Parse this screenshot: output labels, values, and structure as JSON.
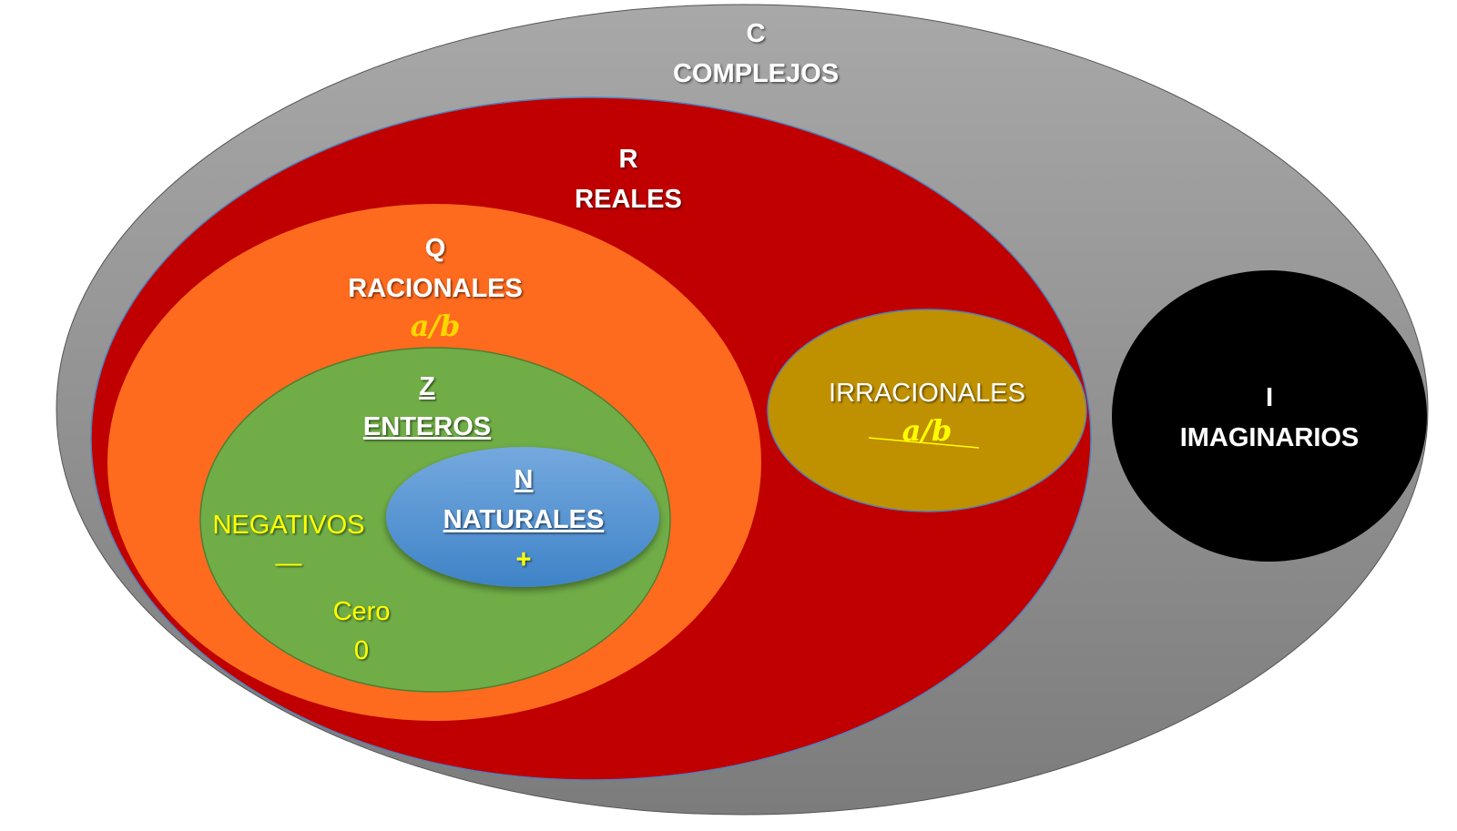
{
  "colors": {
    "complejos": "#9a9a9a",
    "reales": "#c00000",
    "racionales": "#fe6b1e",
    "enteros": "#70ad47",
    "naturales": "#5b9bd5",
    "irracionales": "#bf9000",
    "imaginarios": "#000000",
    "highlight": "#ffff00"
  },
  "sets": {
    "complejos": {
      "symbol": "C",
      "name": "COMPLEJOS"
    },
    "reales": {
      "symbol": "R",
      "name": "REALES"
    },
    "racionales": {
      "symbol": "Q",
      "name": "RACIONALES",
      "formula": "a/b"
    },
    "enteros": {
      "symbol": "Z",
      "name": "ENTEROS"
    },
    "naturales": {
      "symbol": "N",
      "name": "NATURALES",
      "sign": "+"
    },
    "negativos": {
      "name": "NEGATIVOS",
      "sign": "—"
    },
    "cero": {
      "name": "Cero",
      "value": "0"
    },
    "irracionales": {
      "name": "IRRACIONALES",
      "formula": "a/b"
    },
    "imaginarios": {
      "symbol": "I",
      "name": "IMAGINARIOS"
    }
  }
}
